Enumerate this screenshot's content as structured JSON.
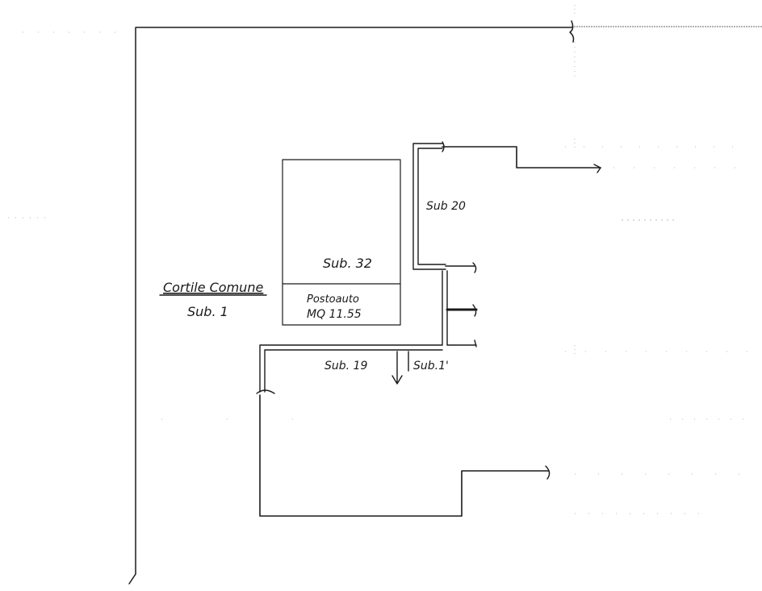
{
  "plan": {
    "cortile_label": "Cortile Comune",
    "cortile_sub": "Sub. 1",
    "box_sub": "Sub. 32",
    "posto_auto": "Postoauto",
    "posto_area": "MQ 11.55",
    "sub_20": "Sub 20",
    "sub_19": "Sub. 19",
    "sub_1_prime": "Sub.1'"
  }
}
